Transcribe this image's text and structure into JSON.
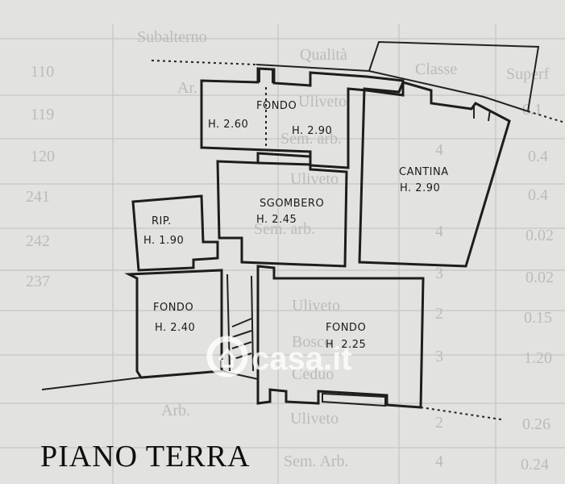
{
  "plan": {
    "title": "PIANO TERRA",
    "rooms": {
      "fondo_top": {
        "name": "FONDO",
        "h_left": "H. 2.60",
        "h_right": "H. 2.90"
      },
      "cantina": {
        "name": "CANTINA",
        "height": "H. 2.90"
      },
      "sgombero": {
        "name": "SGOMBERO",
        "height": "H. 2.45"
      },
      "rip": {
        "name": "RIP.",
        "height": "H. 1.90"
      },
      "fondo_left": {
        "name": "FONDO",
        "height": "H. 2.40"
      },
      "fondo_right": {
        "name": "FONDO",
        "height": "H. 2.25"
      }
    }
  },
  "watermark": {
    "text": "casa.it"
  },
  "background_table": {
    "headers": [
      "Subalterno",
      "Qualità",
      "Classe",
      "Superf"
    ],
    "rows": [
      {
        "num": "110",
        "a": "Ar.",
        "b": "Uliveto",
        "c": "",
        "d": "0.1"
      },
      {
        "num": "119",
        "a": "",
        "b": "Sem. arb.",
        "c": "4",
        "d": "0.4"
      },
      {
        "num": "120",
        "a": "",
        "b": "Uliveto",
        "c": "",
        "d": "0.4"
      },
      {
        "num": "241",
        "a": "",
        "b": "Sem. arb.",
        "c": "4",
        "d": "0.02"
      },
      {
        "num": "242",
        "a": "",
        "b": "",
        "c": "3",
        "d": "0.02"
      },
      {
        "num": "237",
        "a": "",
        "b": "Uliveto",
        "c": "2",
        "d": "0.15"
      },
      {
        "num": "",
        "a": "",
        "b": "Bosco",
        "c": "3",
        "d": "1.20"
      },
      {
        "num": "",
        "a": "",
        "b": "Ceduo",
        "c": "",
        "d": ""
      },
      {
        "num": "",
        "a": "Arb.",
        "b": "Uliveto",
        "c": "2",
        "d": "0.26"
      },
      {
        "num": "",
        "a": "",
        "b": "Sem. Arb.",
        "c": "4",
        "d": "0.24"
      }
    ]
  }
}
